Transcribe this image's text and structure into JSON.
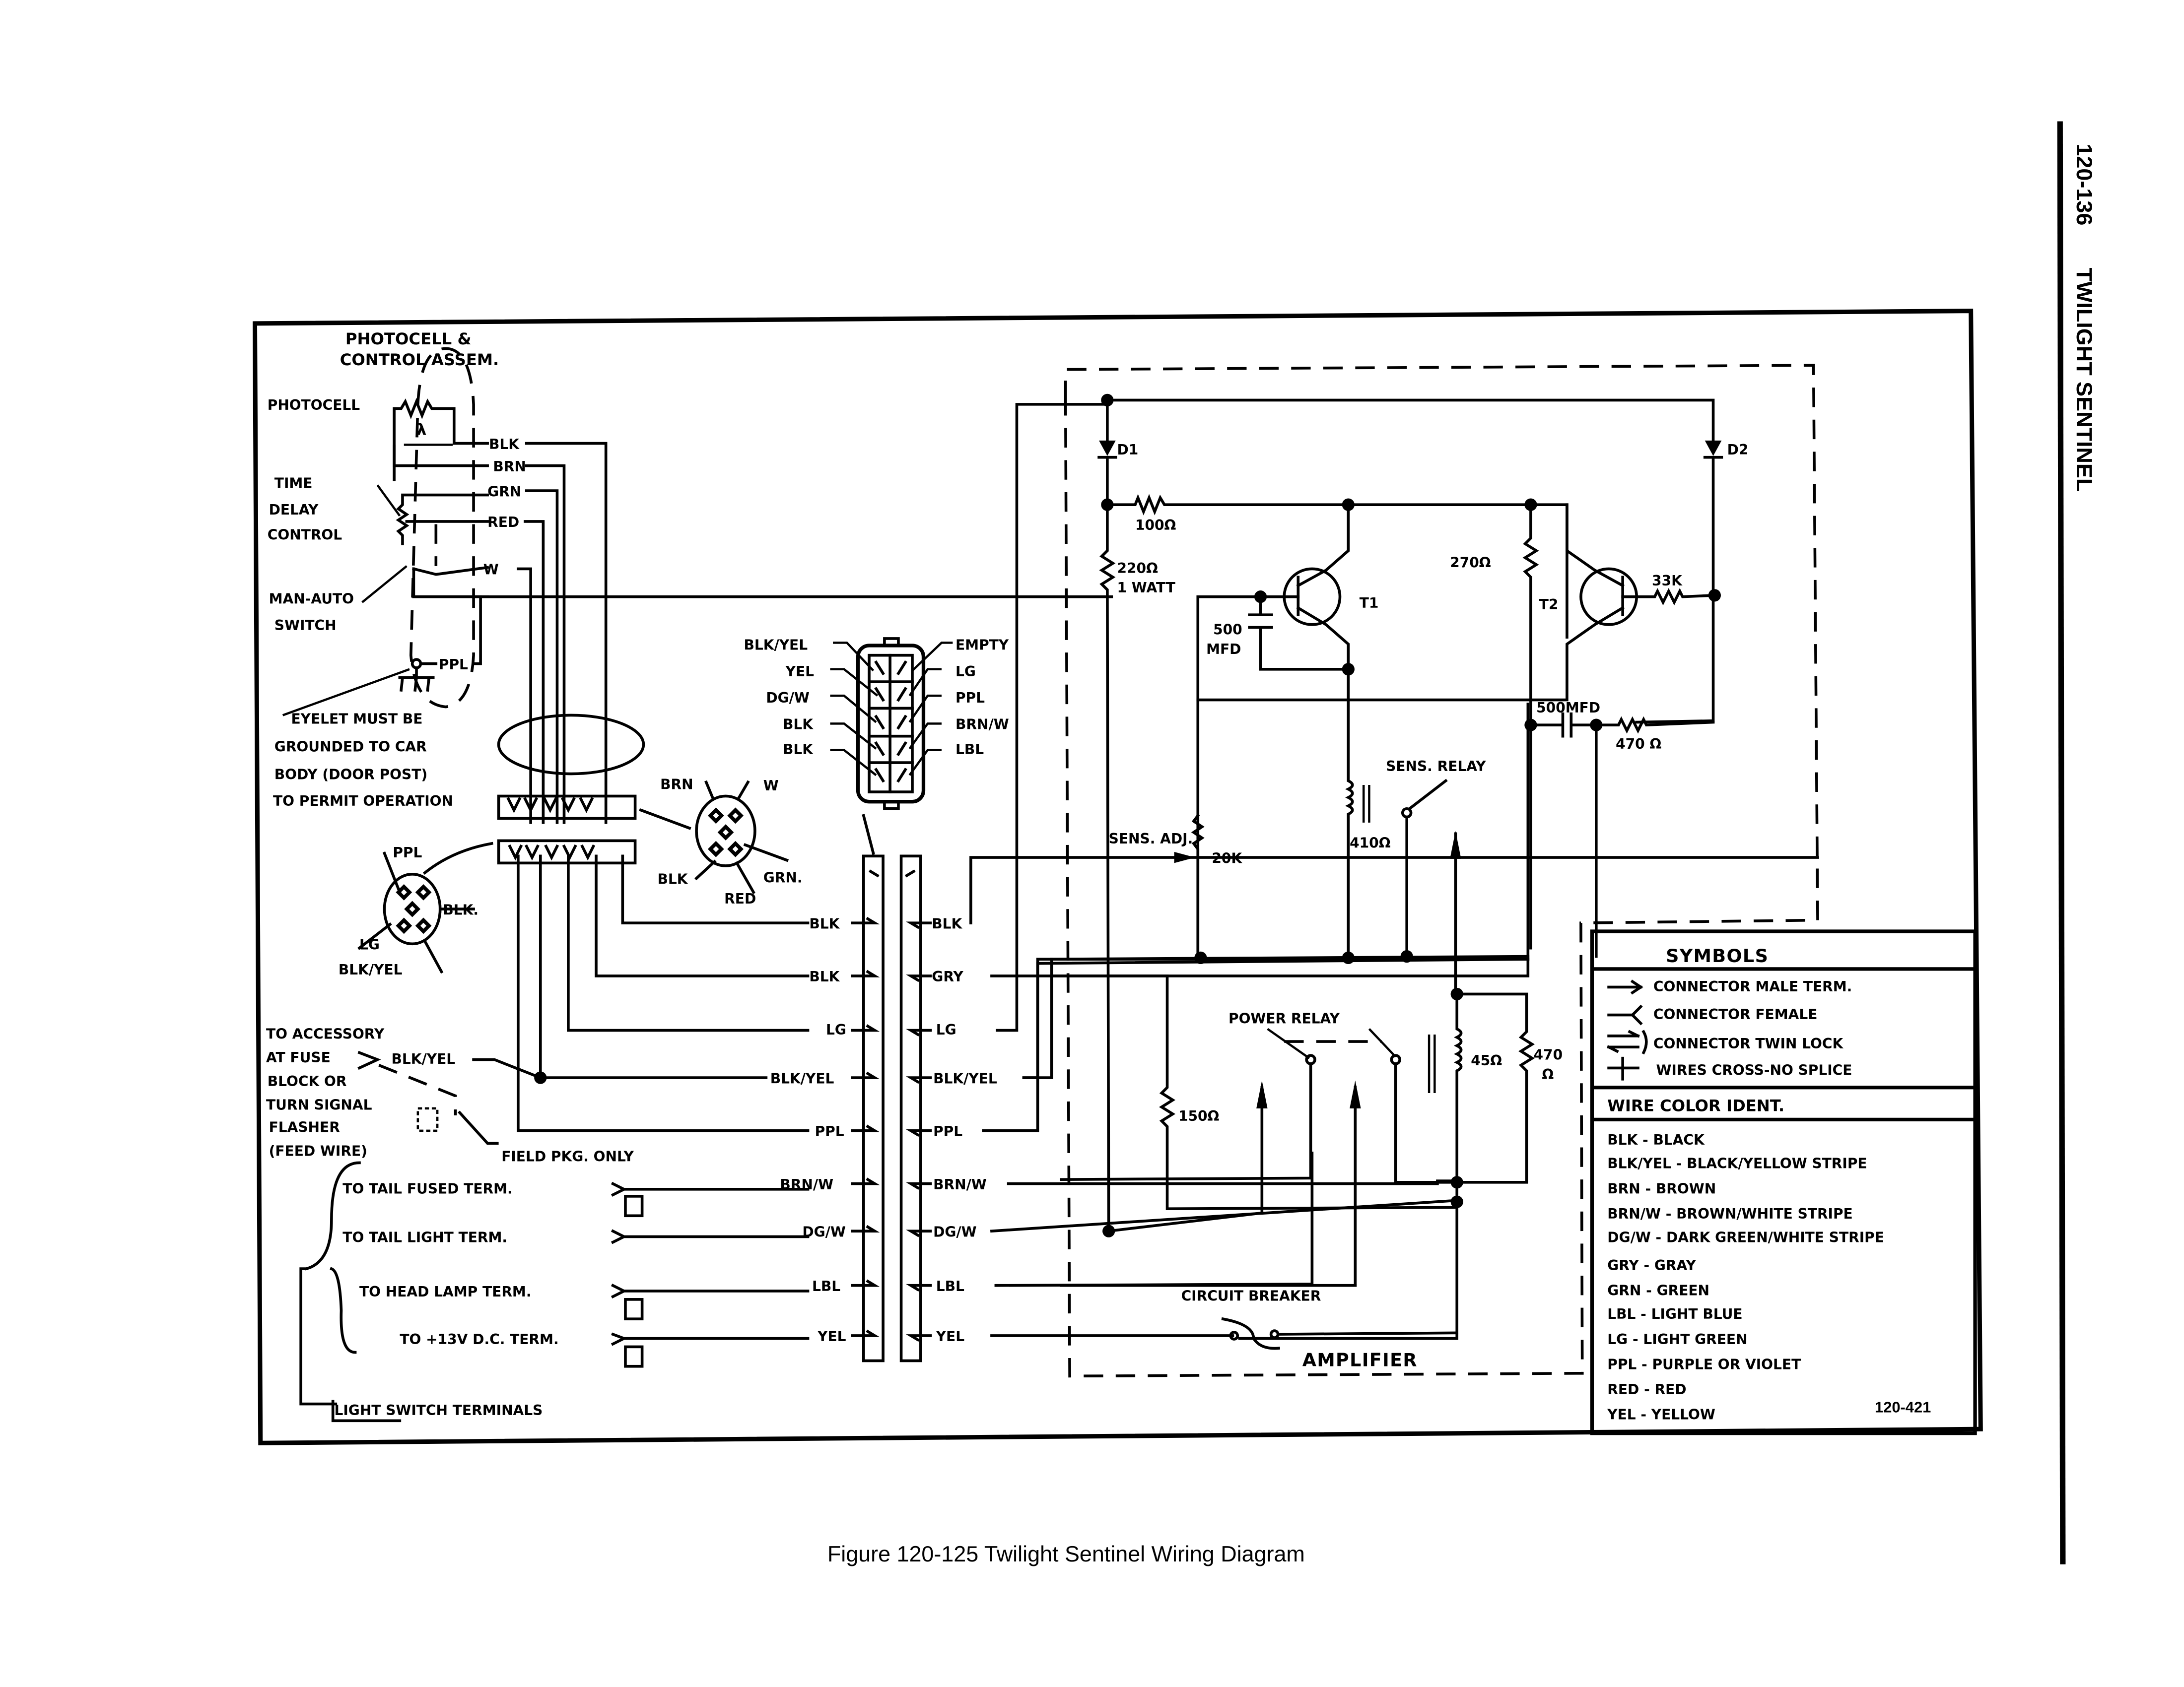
{
  "page": {
    "header_code": "120-136",
    "header_title": "TWILIGHT SENTINEL",
    "caption": "Figure 120-125 Twilight Sentinel Wiring Diagram",
    "figure_number": "120-421"
  },
  "photocell_assembly": {
    "title_line1": "PHOTOCELL &",
    "title_line2": "CONTROL ASSEM.",
    "photocell_label": "PHOTOCELL",
    "lambda_symbol": "λ",
    "time_delay_line1": "TIME",
    "time_delay_line2": "DELAY",
    "time_delay_line3": "CONTROL",
    "switch_line1": "MAN-AUTO",
    "switch_line2": "SWITCH",
    "wires": [
      "BLK",
      "BRN",
      "GRN",
      "RED",
      "W"
    ],
    "ground_wire": "PPL"
  },
  "eyelet_note": {
    "line1": "EYELET MUST BE",
    "line2": "GROUNDED TO CAR",
    "line3": "BODY (DOOR POST)",
    "line4": "TO PERMIT OPERATION"
  },
  "round_connector_left": {
    "labels": [
      "PPL",
      "BLK.",
      "LG",
      "BLK/YEL"
    ]
  },
  "round_connector_right": {
    "labels": [
      "BRN",
      "W",
      "BLK",
      "GRN.",
      "RED"
    ]
  },
  "connector_10pin": {
    "left_labels": [
      "BLK/YEL",
      "YEL",
      "DG/W",
      "BLK",
      "BLK"
    ],
    "right_labels": [
      "EMPTY",
      "LG",
      "PPL",
      "BRN/W",
      "LBL"
    ]
  },
  "harness_rows": [
    {
      "left": "BLK",
      "right": "BLK"
    },
    {
      "left": "BLK",
      "right": "GRY"
    },
    {
      "left": "LG",
      "right": "LG"
    },
    {
      "left": "BLK/YEL",
      "right": "BLK/YEL"
    },
    {
      "left": "PPL",
      "right": "PPL"
    },
    {
      "left": "BRN/W",
      "right": "BRN/W"
    },
    {
      "left": "DG/W",
      "right": "DG/W"
    },
    {
      "left": "LBL",
      "right": "LBL"
    },
    {
      "left": "YEL",
      "right": "YEL"
    }
  ],
  "accessory_note": {
    "line1": "TO ACCESSORY",
    "line2": "AT FUSE",
    "line3": "BLOCK OR",
    "line4": "TURN SIGNAL",
    "line5": "FLASHER",
    "line6": "(FEED WIRE)",
    "wire": "BLK/YEL",
    "field_pkg": "FIELD PKG. ONLY"
  },
  "light_switch": {
    "tail_fused": "TO TAIL FUSED TERM.",
    "tail_light": "TO TAIL LIGHT TERM.",
    "head_lamp": "TO HEAD LAMP TERM.",
    "plus_13v": "TO +13V D.C. TERM.",
    "group_label": "LIGHT SWITCH TERMINALS"
  },
  "amplifier": {
    "label": "AMPLIFIER",
    "d1": "D1",
    "d2": "D2",
    "r100": "100Ω",
    "r220_line1": "220Ω",
    "r220_line2": "1 WATT",
    "r270": "270Ω",
    "r33k": "33K",
    "t1": "T1",
    "t2": "T2",
    "c500_line1": "500",
    "c500_line2": "MFD",
    "c500b": "500MFD",
    "r470a": "470 Ω",
    "sens_relay": "SENS. RELAY",
    "sens_adj": "SENS. ADJ.",
    "r20k": "20K",
    "r410": "410Ω",
    "power_relay": "POWER RELAY",
    "r150": "150Ω",
    "r45": "45Ω",
    "r470b_line1": "470",
    "r470b_line2": "Ω",
    "circuit_breaker": "CIRCUIT BREAKER"
  },
  "legend": {
    "symbols_title": "SYMBOLS",
    "symbols": [
      {
        "icon": "arrow-right-icon",
        "text": "CONNECTOR MALE TERM."
      },
      {
        "icon": "female-connector-icon",
        "text": "CONNECTOR FEMALE"
      },
      {
        "icon": "twin-lock-icon",
        "text": "CONNECTOR TWIN LOCK"
      },
      {
        "icon": "cross-icon",
        "text": "WIRES CROSS-NO SPLICE"
      }
    ],
    "colors_title": "WIRE COLOR IDENT.",
    "colors": [
      "BLK - BLACK",
      "BLK/YEL - BLACK/YELLOW STRIPE",
      "BRN - BROWN",
      "BRN/W - BROWN/WHITE STRIPE",
      "DG/W - DARK GREEN/WHITE STRIPE",
      "GRY - GRAY",
      "GRN - GREEN",
      "LBL - LIGHT BLUE",
      "LG - LIGHT GREEN",
      "PPL - PURPLE OR VIOLET",
      "RED - RED",
      "YEL - YELLOW"
    ]
  }
}
